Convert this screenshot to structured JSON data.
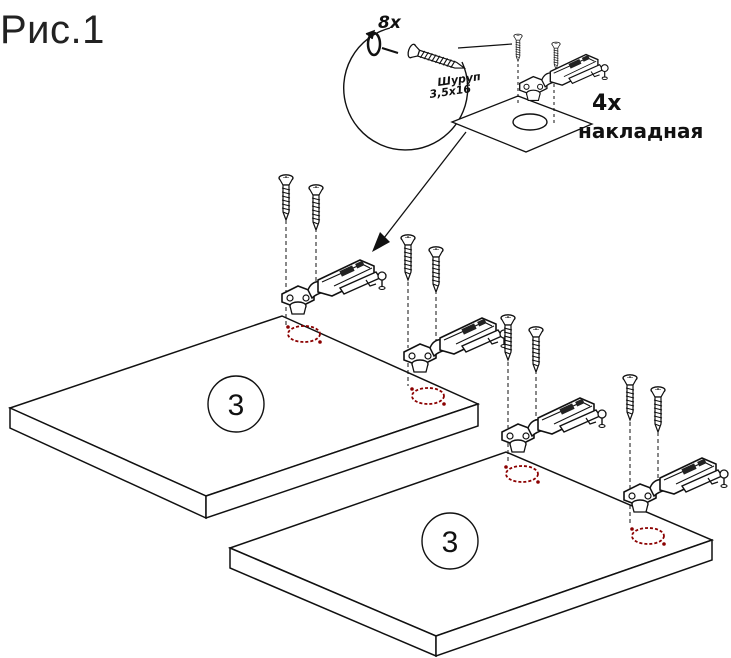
{
  "figure": {
    "title": "Рис.1"
  },
  "screw_callout": {
    "count": "8х",
    "name": "Шуруп",
    "size": "3,5х16"
  },
  "hinge_callout": {
    "count": "4х",
    "type": "накладная"
  },
  "panels": [
    {
      "number": "3"
    },
    {
      "number": "3"
    }
  ],
  "colors": {
    "line": "#111111",
    "drill_mark": "#8b0000",
    "background": "#ffffff"
  },
  "icons": [
    "rotate-arrow-icon",
    "screw-icon",
    "hinge-icon"
  ]
}
